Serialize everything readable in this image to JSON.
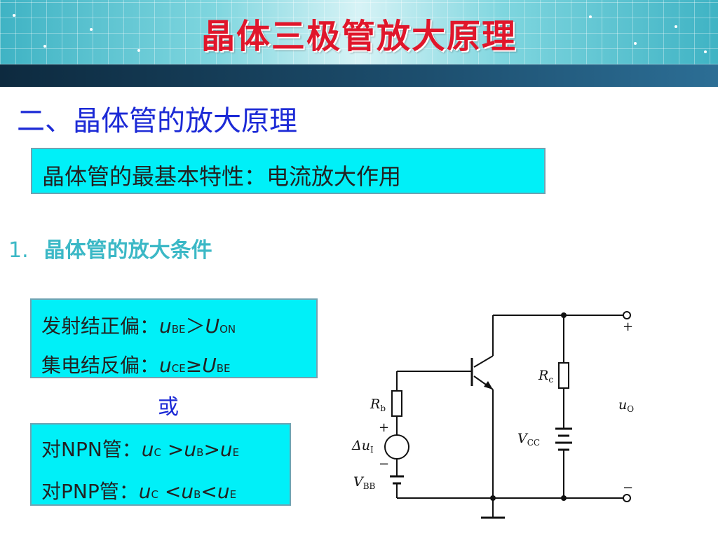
{
  "header": {
    "title": "晶体三极管放大原理"
  },
  "section": {
    "title": "二、晶体管的放大原理"
  },
  "highlight": {
    "text": "晶体管的最基本特性：电流放大作用"
  },
  "item1": {
    "number": "1.",
    "title": "晶体管的放大条件"
  },
  "conditions": {
    "emitter_label": "发射结正偏：",
    "emitter_u1": "u",
    "emitter_s1": "BE",
    "emitter_op": "＞",
    "emitter_u2": "U",
    "emitter_s2": "ON",
    "collector_label": "集电结反偏：",
    "collector_u1": "u",
    "collector_s1": "CE",
    "collector_op": "≥",
    "collector_u2": "U",
    "collector_s2": "BE"
  },
  "or_text": "或",
  "npn_pnp": {
    "npn_label": "对NPN管：",
    "npn_u1": "u",
    "npn_s1": "C",
    "npn_op1": " >",
    "npn_u2": "u",
    "npn_s2": "B",
    "npn_op2": ">",
    "npn_u3": "u",
    "npn_s3": "E",
    "pnp_label": "对PNP管：",
    "pnp_u1": "u",
    "pnp_s1": "C",
    "pnp_op1": " <",
    "pnp_u2": "u",
    "pnp_s2": "B",
    "pnp_op2": "<",
    "pnp_u3": "u",
    "pnp_s3": "E"
  },
  "circuit": {
    "rb": "R",
    "rb_sub": "b",
    "rc": "R",
    "rc_sub": "c",
    "du": "Δu",
    "du_sub": "I",
    "vbb": "V",
    "vbb_sub": "BB",
    "vcc": "V",
    "vcc_sub": "CC",
    "uo": "u",
    "uo_sub": "O",
    "plus": "+",
    "minus": "−"
  },
  "colors": {
    "title_red": "#e0162b",
    "section_blue": "#1c2ad6",
    "item_cyan": "#3bb8c6",
    "box_cyan": "#00f0f8"
  }
}
